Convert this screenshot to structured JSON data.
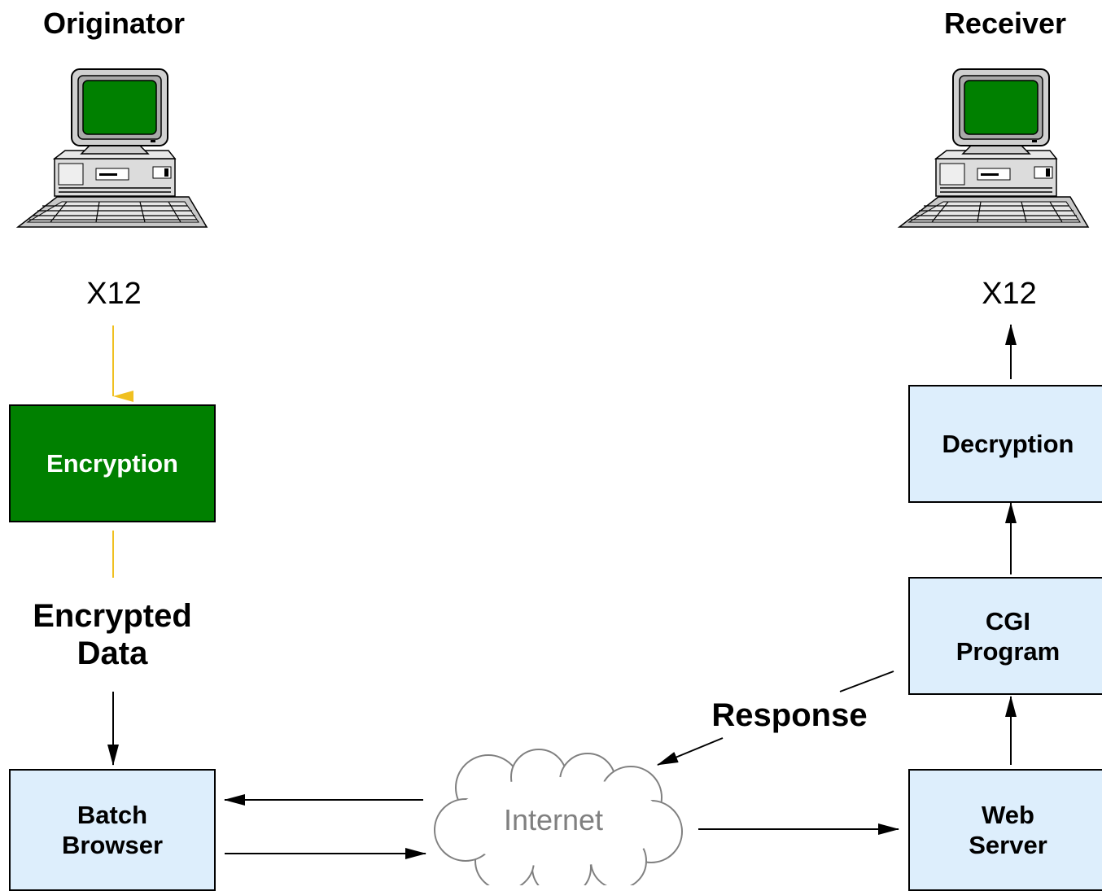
{
  "originator": {
    "title": "Originator",
    "format": "X12"
  },
  "receiver": {
    "title": "Receiver",
    "format": "X12"
  },
  "encryption": {
    "label": "Encryption"
  },
  "encrypted_data": {
    "line1": "Encrypted",
    "line2": "Data"
  },
  "batch_browser": {
    "line1": "Batch",
    "line2": "Browser"
  },
  "internet": {
    "label": "Internet"
  },
  "web_server": {
    "line1": "Web",
    "line2": "Server"
  },
  "cgi_program": {
    "line1": "CGI",
    "line2": "Program"
  },
  "decryption": {
    "label": "Decryption"
  },
  "response": {
    "label": "Response"
  },
  "colors": {
    "encryption_fill": "#008000",
    "box_fill": "#ddeefc",
    "yellow_arrow": "#f0c020",
    "cloud_outline": "#808080",
    "screen_green": "#008000"
  }
}
